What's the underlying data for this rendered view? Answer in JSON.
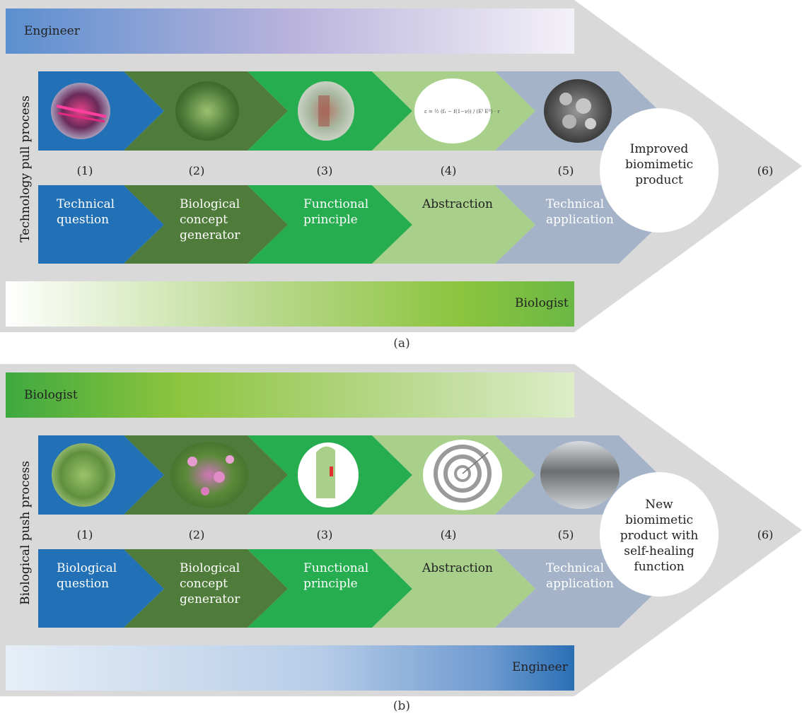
{
  "panel_a": {
    "top_band": "Engineer",
    "bottom_band": "Biologist",
    "side_label": "Technology pull process",
    "steps": [
      {
        "num": "(1)",
        "lines": [
          "Technical",
          "question"
        ]
      },
      {
        "num": "(2)",
        "lines": [
          "Biological",
          "concept",
          "generator"
        ]
      },
      {
        "num": "(3)",
        "lines": [
          "Functional",
          "principle"
        ]
      },
      {
        "num": "(4)",
        "lines": [
          "Abstraction"
        ]
      },
      {
        "num": "(5)",
        "lines": [
          "Technical",
          "application"
        ]
      }
    ],
    "final_num": "(6)",
    "final_lines": [
      "Improved",
      "biomimetic",
      "product"
    ],
    "caption": "(a)"
  },
  "panel_b": {
    "top_band": "Biologist",
    "bottom_band": "Engineer",
    "side_label": "Biological push process",
    "steps": [
      {
        "num": "(1)",
        "lines": [
          "Biological",
          "question"
        ]
      },
      {
        "num": "(2)",
        "lines": [
          "Biological",
          "concept",
          "generator"
        ]
      },
      {
        "num": "(3)",
        "lines": [
          "Functional",
          "principle"
        ]
      },
      {
        "num": "(4)",
        "lines": [
          "Abstraction"
        ]
      },
      {
        "num": "(5)",
        "lines": [
          "Technical",
          "application"
        ]
      }
    ],
    "final_num": "(6)",
    "final_lines": [
      "New",
      "biomimetic",
      "product with",
      "self-healing",
      "function"
    ],
    "caption": "(b)"
  },
  "colors": {
    "blue": "#2270b5",
    "olive": "#4f7c3a",
    "green": "#26ad4f",
    "light_green": "#a8d08b",
    "grey_blue": "#a4b3c8",
    "arrow_grey": "#d9d9d9"
  }
}
